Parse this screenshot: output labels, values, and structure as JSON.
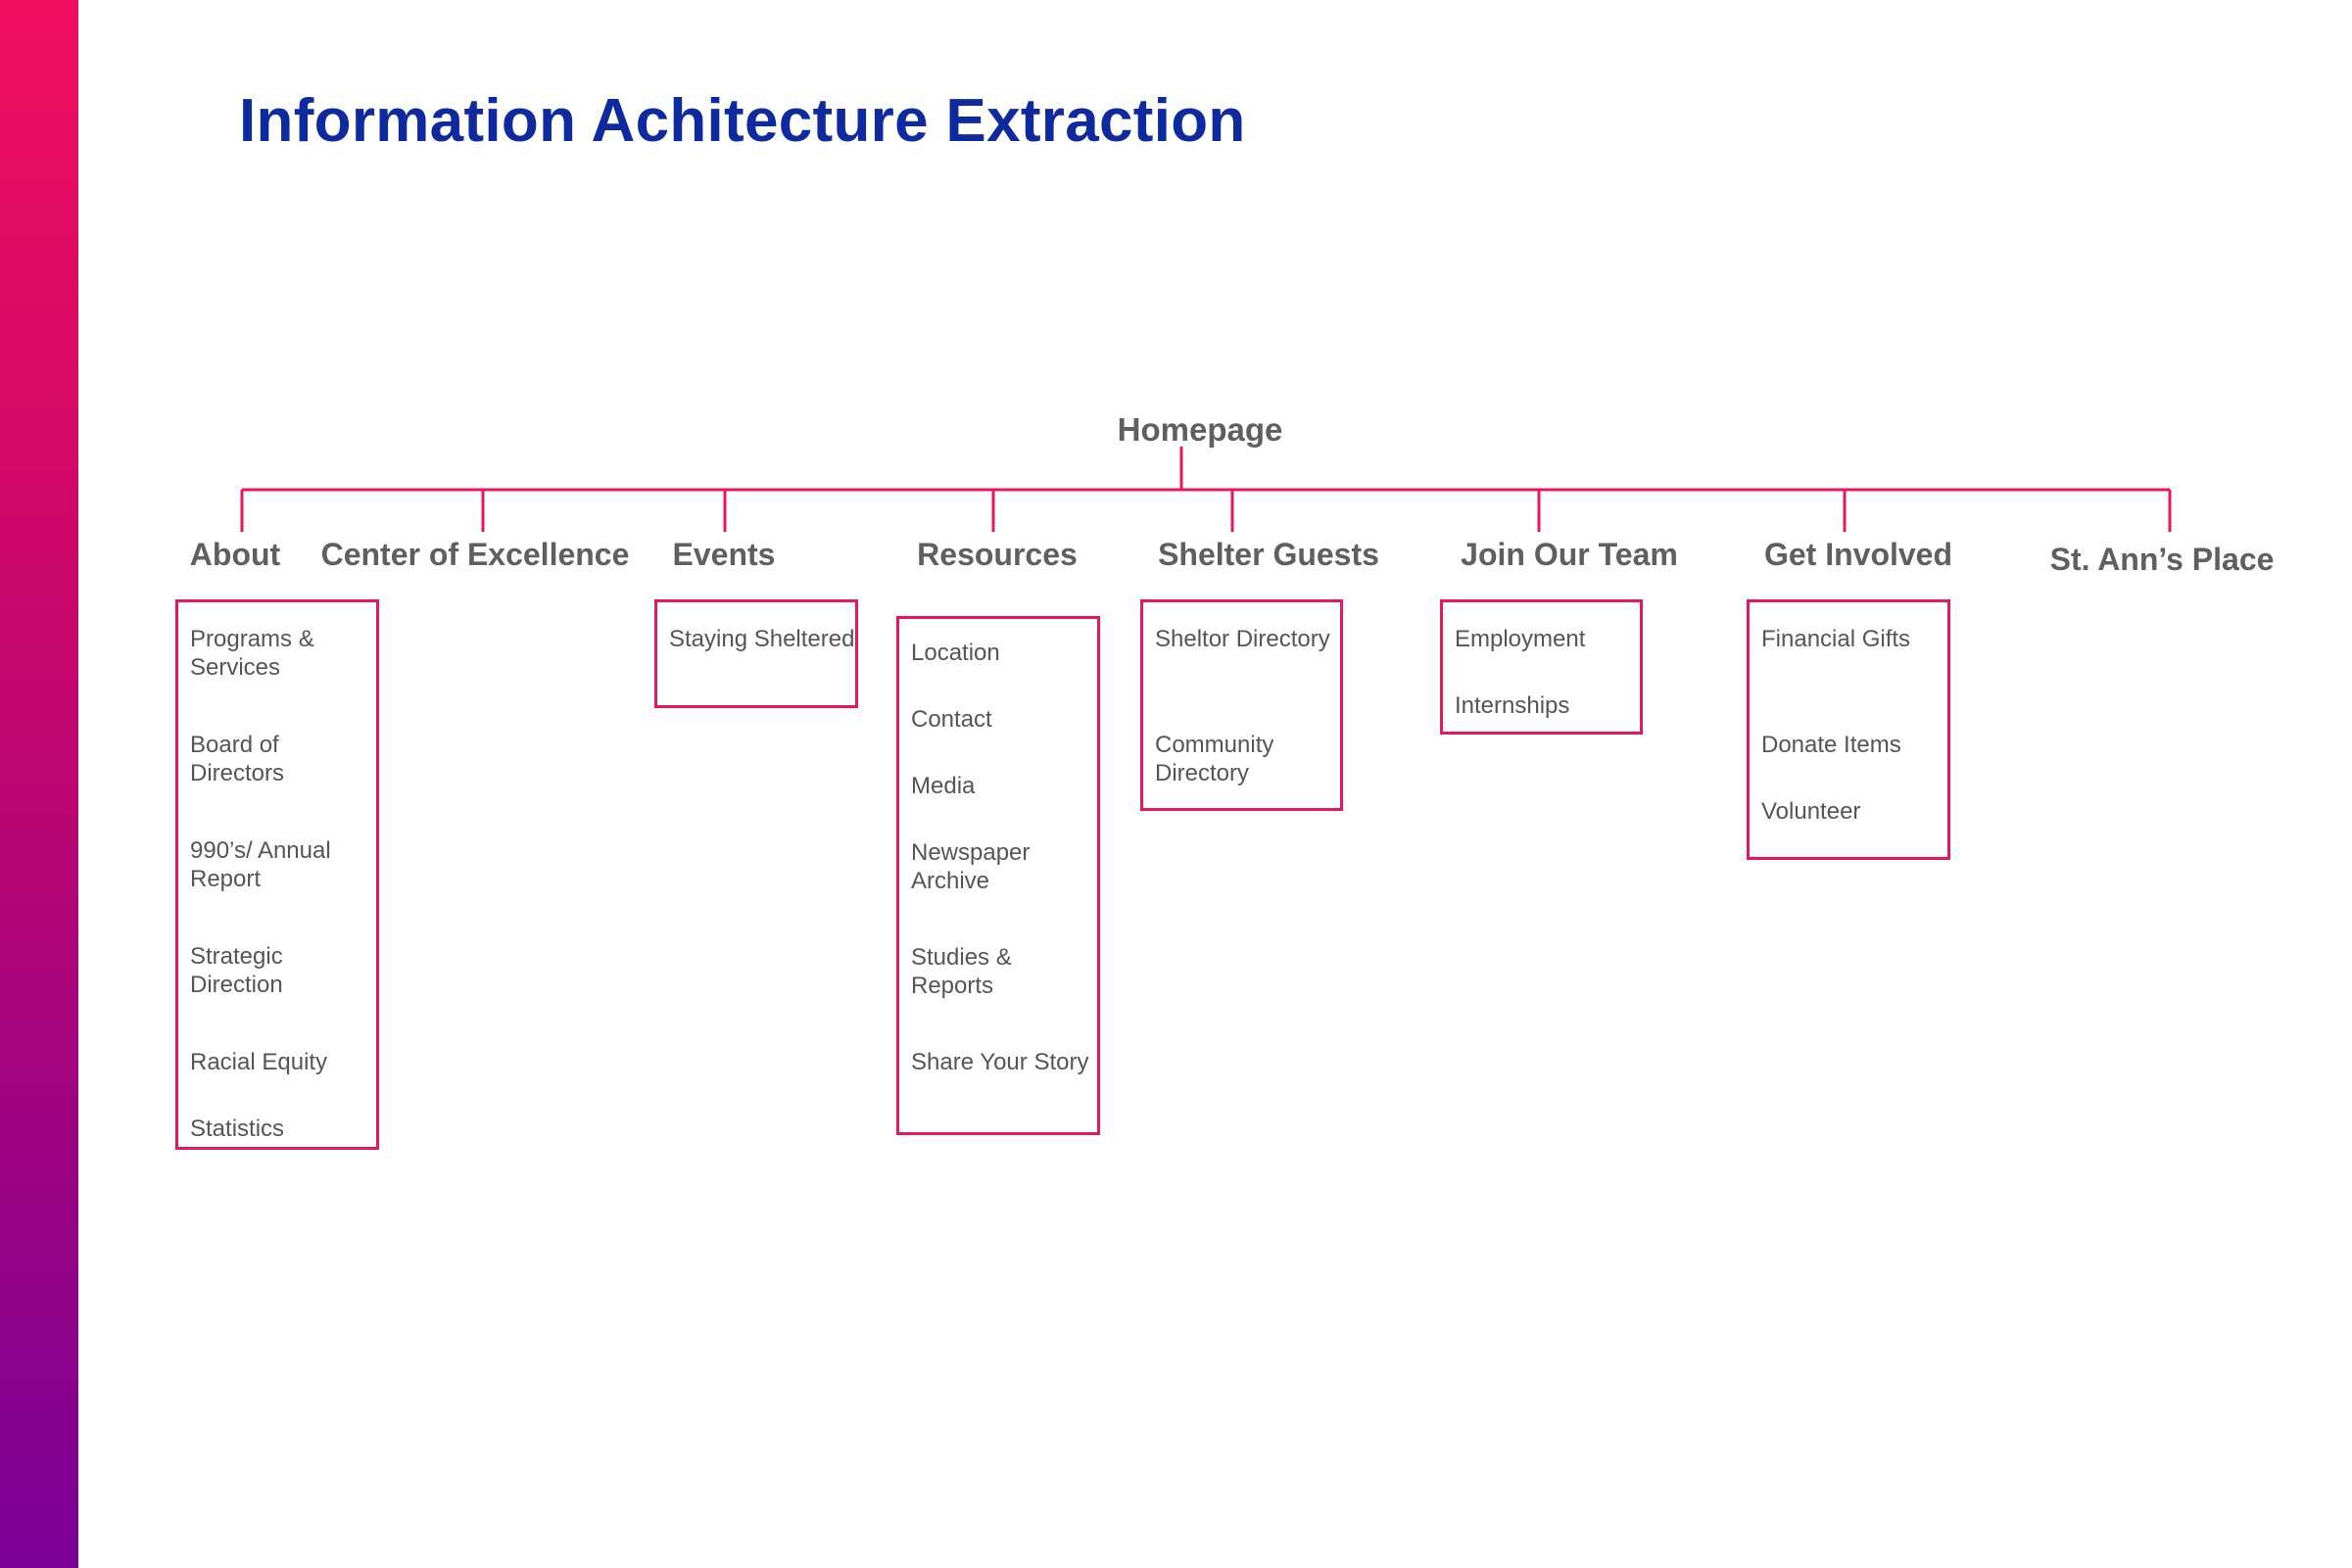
{
  "title": "Information Achitecture Extraction",
  "colors": {
    "accent": "#e8175d",
    "title": "#0f2aa0",
    "text": "#5f5f5f",
    "gradient_top": "#f10e5e",
    "gradient_bottom": "#7a0096"
  },
  "root": {
    "label": "Homepage"
  },
  "categories": [
    {
      "id": "about",
      "label": "About",
      "items": [
        "Programs & Services",
        "Board of Directors",
        "990’s/ Annual Report",
        "Strategic Direction",
        "Racial Equity",
        "Statistics"
      ]
    },
    {
      "id": "center-of-excellence",
      "label": "Center of Excellence",
      "items": []
    },
    {
      "id": "events",
      "label": "Events",
      "items": [
        "Staying Sheltered"
      ]
    },
    {
      "id": "resources",
      "label": "Resources",
      "items": [
        "Location",
        "Contact",
        "Media",
        "Newspaper Archive",
        "Studies & Reports",
        "Share Your Story"
      ]
    },
    {
      "id": "shelter-guests",
      "label": "Shelter Guests",
      "items": [
        "Sheltor Directory",
        "Community Directory"
      ]
    },
    {
      "id": "join-our-team",
      "label": "Join Our Team",
      "items": [
        "Employment",
        "Internships"
      ]
    },
    {
      "id": "get-involved",
      "label": "Get Involved",
      "items": [
        "Financial Gifts",
        "Donate Items",
        "Volunteer"
      ]
    },
    {
      "id": "st-anns-place",
      "label": "St. Ann’s Place",
      "items": []
    }
  ]
}
